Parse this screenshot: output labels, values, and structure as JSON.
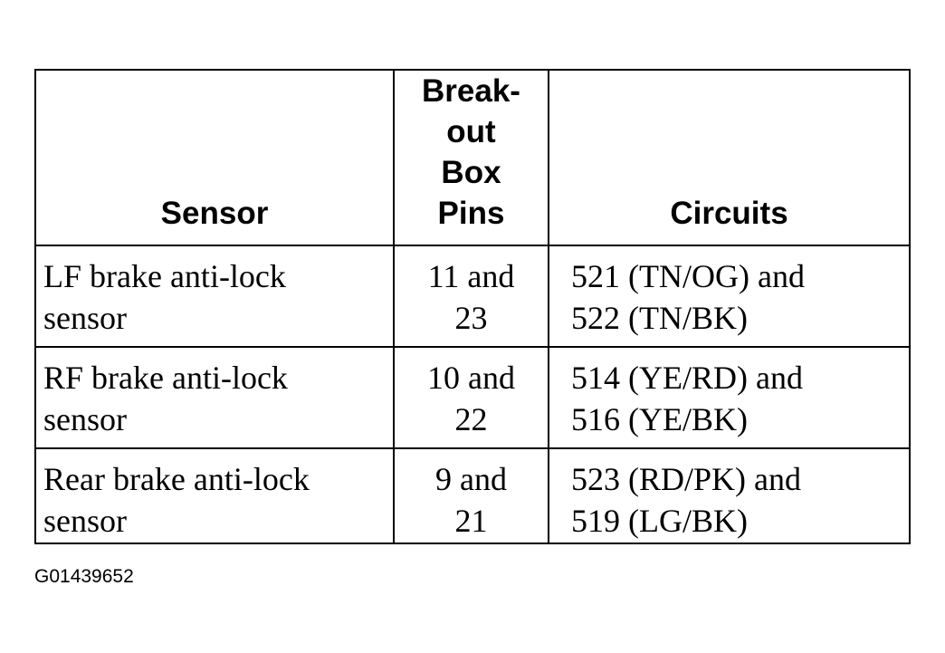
{
  "table": {
    "headers": {
      "sensor": "Sensor",
      "pins": [
        "Break-",
        "out",
        "Box",
        "Pins"
      ],
      "circuits": "Circuits"
    },
    "rows": [
      {
        "sensor": [
          "LF brake anti-lock",
          "sensor"
        ],
        "pins": [
          "11 and",
          "23"
        ],
        "circuits": [
          "521 (TN/OG) and",
          "522 (TN/BK)"
        ]
      },
      {
        "sensor": [
          "RF brake anti-lock",
          "sensor"
        ],
        "pins": [
          "10 and",
          "22"
        ],
        "circuits": [
          "514 (YE/RD) and",
          "516 (YE/BK)"
        ]
      },
      {
        "sensor": [
          "Rear brake anti-lock",
          "sensor"
        ],
        "pins": [
          "9 and",
          "21"
        ],
        "circuits": [
          "523 (RD/PK) and",
          "519 (LG/BK)"
        ]
      }
    ]
  },
  "figure_id": "G01439652"
}
